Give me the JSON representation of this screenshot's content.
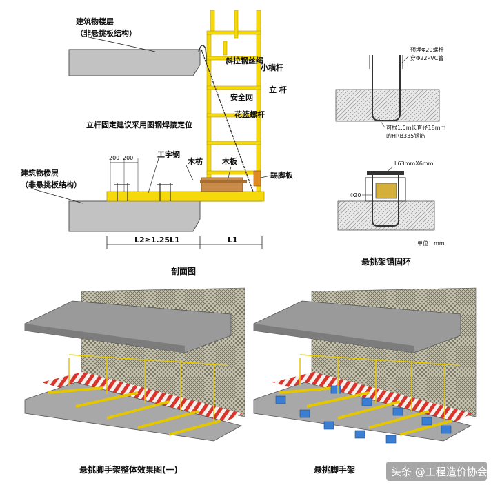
{
  "section": {
    "upper_floor_label": "建筑物楼层",
    "upper_floor_sub": "（非悬挑板结构）",
    "lower_floor_label": "建筑物楼层",
    "lower_floor_sub": "（非悬挑板结构）",
    "tie_rope": "斜拉钢丝绳",
    "small_crossbar": "小横杆",
    "upright": "立 杆",
    "safety_net": "安全网",
    "turnbuckle": "花篮螺杆",
    "note": "立杆固定建议采用圆钢焊接定位",
    "i_beam": "工字钢",
    "timber": "木枋",
    "plank": "木板",
    "toe_board": "踢脚板",
    "spacing_1": "200",
    "spacing_2": "200",
    "dim_left": "L2≥1.25L1",
    "dim_right": "L1",
    "caption": "剖面图"
  },
  "anchor": {
    "bolt_note_1": "预埋Φ20螺杆",
    "bolt_note_2": "穿Φ22PVC管",
    "rebar_note_1": "可根1.5m长直径18mm",
    "rebar_note_2": "的HRB335钢筋",
    "angle_label": "L63mmX6mm",
    "phi_label": "Φ20",
    "unit": "单位：mm",
    "caption": "悬挑架锚固环"
  },
  "render_left": {
    "caption": "悬挑脚手架整体效果图(一)"
  },
  "render_right": {
    "caption": "悬挑脚手架"
  },
  "watermark": "头条 @工程造价协会",
  "colors": {
    "yellow": "#f5d90a",
    "gray_slab": "#9a9a9a",
    "net": "#8a8a78",
    "red_stripe": "#d9342b",
    "blue_block": "#3b7fd4"
  }
}
